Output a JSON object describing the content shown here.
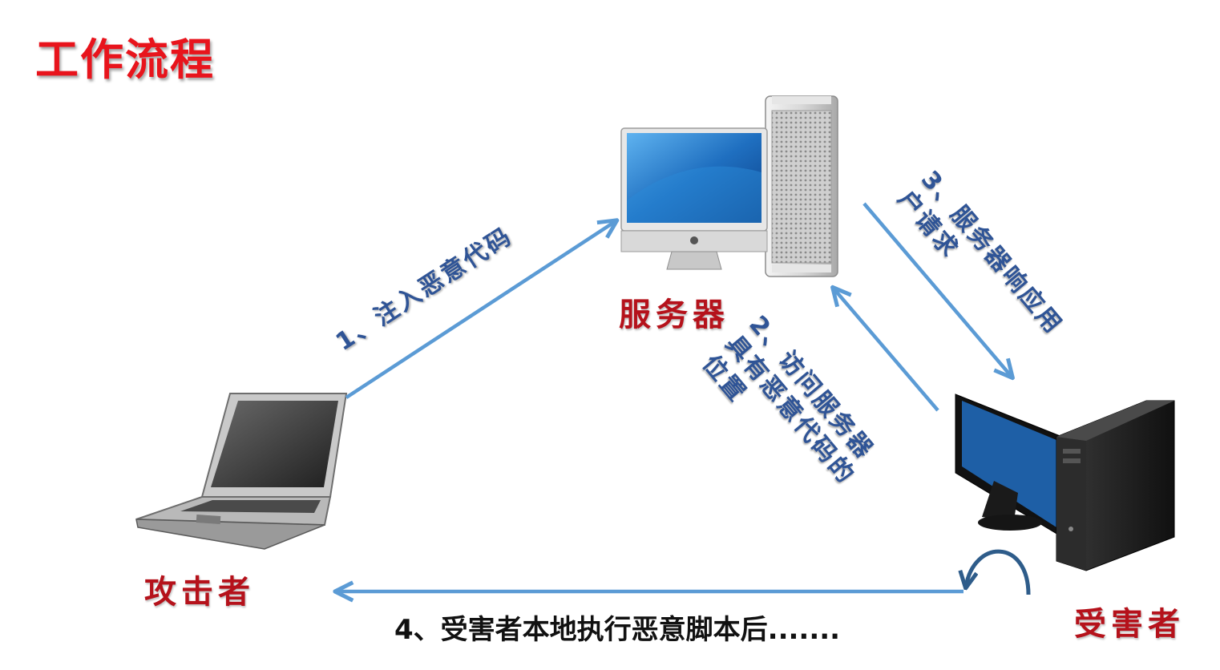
{
  "title": "工作流程",
  "roles": {
    "server": "服务器",
    "attacker": "攻击者",
    "victim": "受害者"
  },
  "steps": {
    "step1": "1、注入恶意代码",
    "step2_line1": "2、访问服务器",
    "step2_line2": "具有恶意代码的",
    "step2_line3": "位置",
    "step3_line1": "3、服务器响应用",
    "step3_line2": "户请求",
    "step4": "4、受害者本地执行恶意脚本后......."
  },
  "colors": {
    "title": "#e8141c",
    "role": "#b5121b",
    "arrow": "#5b9bd5",
    "step_text": "#2f5496",
    "curl_arrow": "#2e5c8a"
  }
}
